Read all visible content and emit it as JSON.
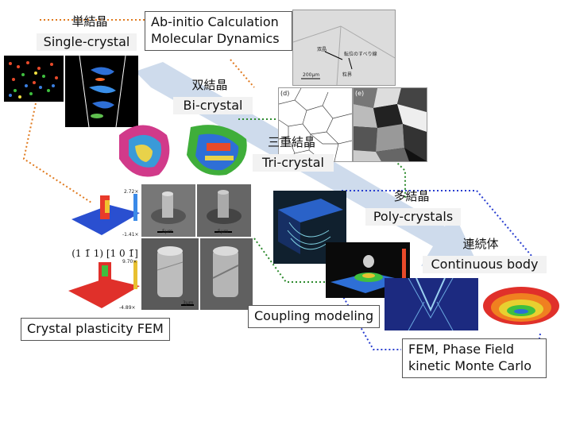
{
  "scales": {
    "single": {
      "jp": "単結晶",
      "en": "Single-crystal"
    },
    "bi": {
      "jp": "双結晶",
      "en": "Bi-crystal"
    },
    "tri": {
      "jp": "三重結晶",
      "en": "Tri-crystal"
    },
    "poly": {
      "jp": "多結晶",
      "en": "Poly-crystals"
    },
    "continuum": {
      "jp": "連続体",
      "en": "Continuous body"
    }
  },
  "methods": {
    "abinitio_line1": "Ab-initio Calculation",
    "abinitio_line2": "Molecular Dynamics",
    "cpfem": "Crystal plasticity FEM",
    "coupling": "Coupling modeling",
    "fem_line1": "FEM, Phase Field",
    "fem_line2": "kinetic Monte Carlo"
  },
  "panel_labels": {
    "d": "(d)",
    "e": "(e)",
    "orientation": "(1 1̄ 1) [1 0 1̄]",
    "cb_max_top": "2.72×",
    "cb_min_top": "-1.41×",
    "cb_max_bottom": "9.70×",
    "cb_min_bottom": "-4.89×",
    "scale_5um_a": "5μm",
    "scale_5um_b": "5μm",
    "scale_3um": "3μm",
    "micro_1": "双晶",
    "micro_2": "転位のすべり線",
    "micro_3": "粒界",
    "micro_scale": "200μm"
  },
  "colors": {
    "arrow": "#c9d7ea",
    "orange_dots": "#e07a1f",
    "green_dots": "#2e8b2e",
    "blue_dots": "#2a3fd0"
  }
}
